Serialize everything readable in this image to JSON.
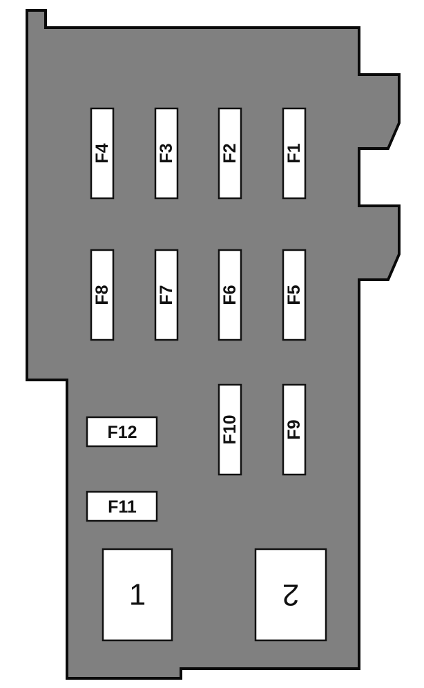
{
  "colors": {
    "box_fill": "#808080",
    "box_stroke": "#0a0a0a",
    "fuse_fill": "#ffffff",
    "background": "#ffffff"
  },
  "fuses": {
    "f1": "F1",
    "f2": "F2",
    "f3": "F3",
    "f4": "F4",
    "f5": "F5",
    "f6": "F6",
    "f7": "F7",
    "f8": "F8",
    "f9": "F9",
    "f10": "F10",
    "f11": "F11",
    "f12": "F12"
  },
  "relays": {
    "r1": "1",
    "r2": "2"
  }
}
